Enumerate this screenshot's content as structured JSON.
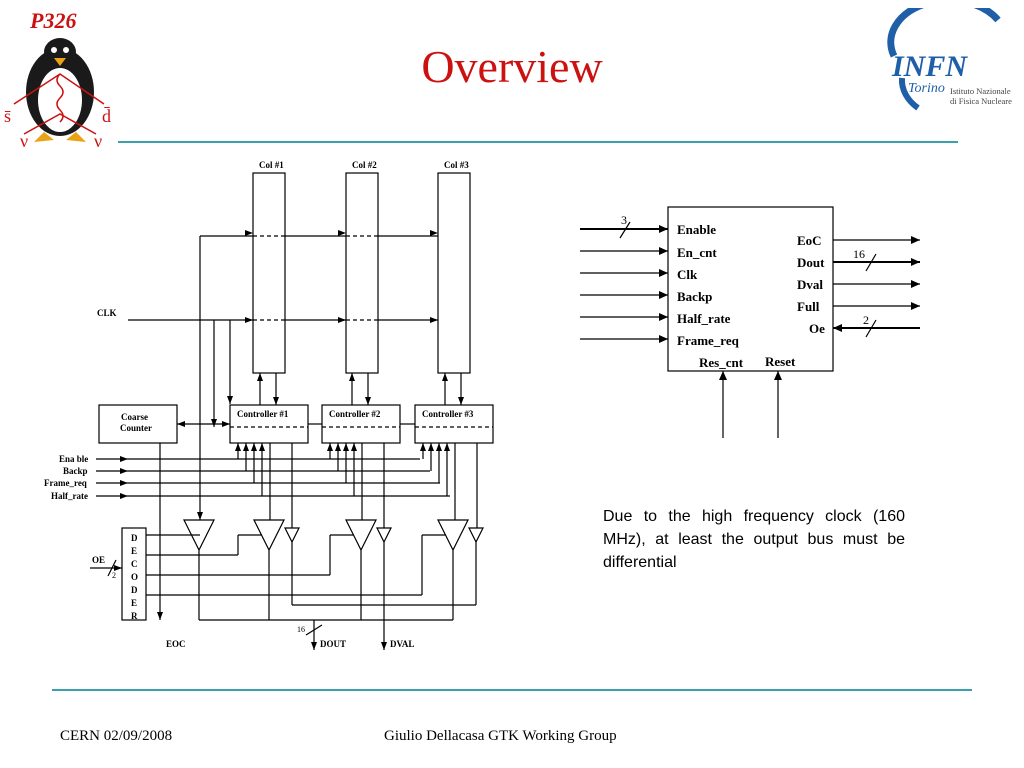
{
  "slide": {
    "title": "Overview"
  },
  "logos": {
    "p326_text": "P326",
    "infn_text": "INFN",
    "infn_sub": "Torino",
    "infn_line1": "Istituto Nazionale",
    "infn_line2": "di Fisica Nucleare"
  },
  "left_diagram": {
    "columns": [
      "Col #1",
      "Col #2",
      "Col #3"
    ],
    "controllers": [
      "Controller #1",
      "Controller #2",
      "Controller #3"
    ],
    "coarse_counter": [
      "Coarse",
      "Counter"
    ],
    "clk_label": "CLK",
    "input_labels": [
      "Ena ble",
      "Backp",
      "Frame_req",
      "Half_rate"
    ],
    "oe_label": "OE",
    "oe_width": "2",
    "decoder_letters": [
      "D",
      "E",
      "C",
      "O",
      "D",
      "E",
      "R"
    ],
    "eoc_label": "EOC",
    "dout_label": "DOUT",
    "dout_width": "16",
    "dval_label": "DVAL"
  },
  "right_block": {
    "inputs": [
      "Enable",
      "En_cnt",
      "Clk",
      "Backp",
      "Half_rate",
      "Frame_req"
    ],
    "enable_width": "3",
    "outputs": [
      "EoC",
      "Dout",
      "Dval",
      "Full",
      "Oe"
    ],
    "dout_width": "16",
    "oe_width": "2",
    "bottom": [
      "Res_cnt",
      "Reset"
    ]
  },
  "note": "Due to the high frequency clock (160 MHz), at least the output bus must be differential",
  "footer": {
    "left": "CERN 02/09/2008",
    "center": "Giulio Dellacasa GTK Working Group"
  },
  "colors": {
    "title": "#cc1111",
    "rule": "#3aa0aa",
    "infn_blue": "#1f5fa8"
  }
}
